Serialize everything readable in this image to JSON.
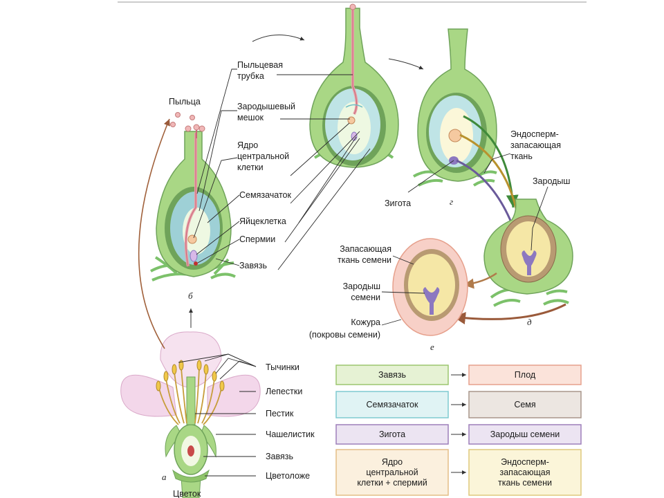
{
  "labels": {
    "pollen": "Пыльца",
    "pollen_tube": [
      "Пыльцевая",
      "трубка"
    ],
    "embryo_sac": [
      "Зародышевый",
      "мешок"
    ],
    "central_nucleus": [
      "Ядро",
      "центральной",
      "клетки"
    ],
    "ovule": "Семязачаток",
    "egg_cell": "Яйцеклетка",
    "sperm": "Спермии",
    "ovary_b": "Завязь",
    "endosperm": [
      "Эндосперм-",
      "запасающая",
      "ткань"
    ],
    "embryo": "Зародыш",
    "zygote": "Зигота",
    "seed_storage": [
      "Запасающая",
      "ткань семени"
    ],
    "seed_embryo": [
      "Зародыш",
      "семени"
    ],
    "seed_coat": [
      "Кожура",
      "(покровы семени)"
    ],
    "stamens": "Тычинки",
    "petals": "Лепестки",
    "pistil": "Пестик",
    "sepal": "Чашелистик",
    "ovary_a": "Завязь",
    "receptacle": "Цветоложе",
    "flower": "Цветок"
  },
  "stages": {
    "a": "а",
    "b": "б",
    "g": "г",
    "d": "д",
    "e": "е"
  },
  "table": {
    "rows": [
      {
        "from": [
          "Завязь"
        ],
        "to": [
          "Плод"
        ],
        "from_color": "#e6f2d4",
        "from_border": "#9cc66e",
        "to_color": "#fbe3da",
        "to_border": "#e6a08c"
      },
      {
        "from": [
          "Семязачаток"
        ],
        "to": [
          "Семя"
        ],
        "from_color": "#e0f3f4",
        "from_border": "#7fcad0",
        "to_color": "#ece6e1",
        "to_border": "#a8958a"
      },
      {
        "from": [
          "Зигота"
        ],
        "to": [
          "Зародыш семени"
        ],
        "from_color": "#ece4f2",
        "from_border": "#9d7fba",
        "to_color": "#ece4f2",
        "to_border": "#9d7fba"
      },
      {
        "from": [
          "Ядро",
          "центральной",
          "клетки + спермий"
        ],
        "to": [
          "Эндосперм-",
          "запасающая",
          "ткань семени"
        ],
        "from_color": "#fbf0de",
        "from_border": "#e4be86",
        "to_color": "#fbf5d9",
        "to_border": "#dfc97c"
      }
    ]
  },
  "colors": {
    "plant_green": "#a9d785",
    "dark_green": "#6fa35a",
    "embryo_sac": "#d9eff3",
    "pollen_tube": "#e8a0a8",
    "endosperm": "#f5e7a6",
    "embryo_purple": "#8c78c0",
    "seed_pink": "#f7d0c7",
    "petal": "#f3d7ea"
  }
}
